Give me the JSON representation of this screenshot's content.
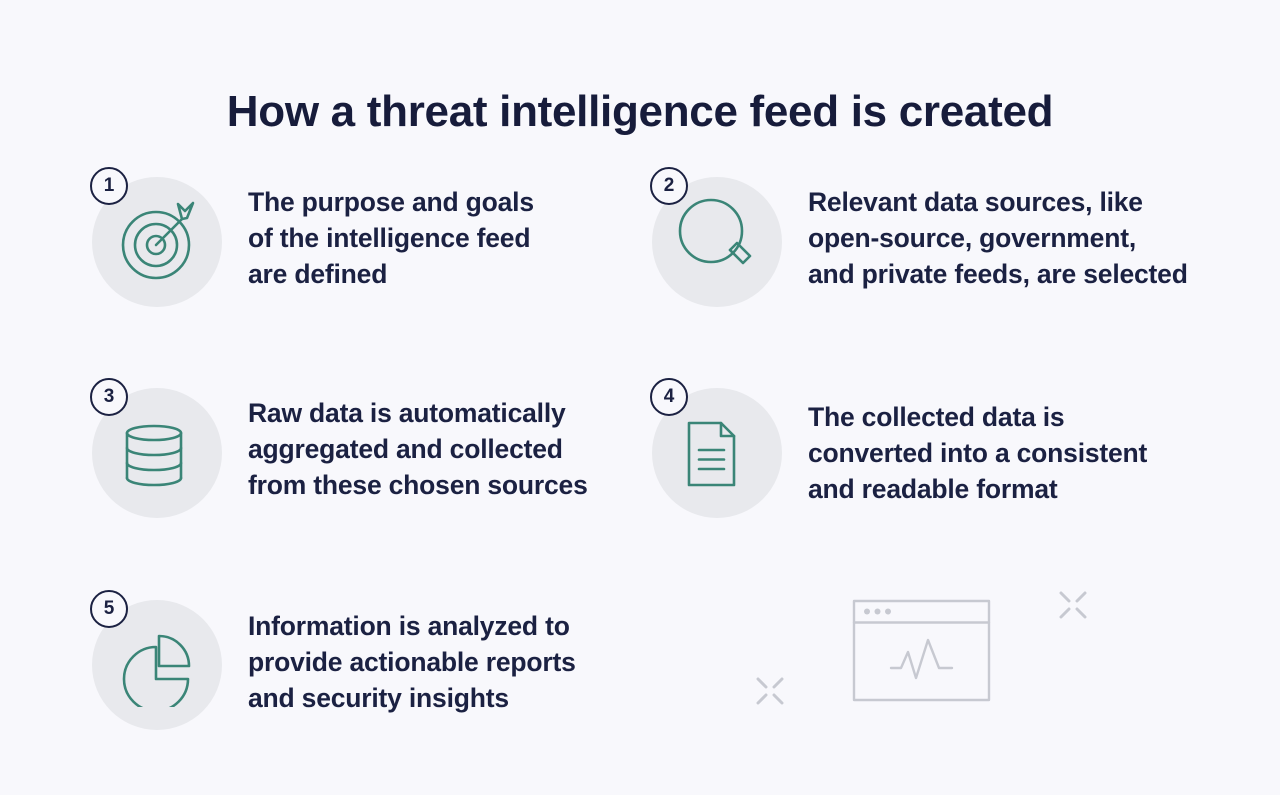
{
  "title": "How a threat intelligence feed is created",
  "steps": [
    {
      "number": "1",
      "icon": "target-icon",
      "text": "The purpose and goals\nof the intelligence feed\nare defined"
    },
    {
      "number": "2",
      "icon": "magnifier-icon",
      "text": "Relevant data sources, like\nopen-source, government,\nand private feeds, are selected"
    },
    {
      "number": "3",
      "icon": "database-icon",
      "text": "Raw data is automatically\naggregated and collected\nfrom these chosen sources"
    },
    {
      "number": "4",
      "icon": "document-icon",
      "text": "The collected data is\nconverted into a consistent\nand readable format"
    },
    {
      "number": "5",
      "icon": "pie-chart-icon",
      "text": "Information is analyzed to\nprovide actionable reports\nand security insights"
    }
  ],
  "decoration": {
    "browser_icon": "browser-window-pulse-icon",
    "sparkle_icon": "sparkle-cross-icon"
  },
  "colors": {
    "background": "#f8f8fc",
    "text_navy": "#1b2142",
    "accent_teal": "#3a8577",
    "icon_circle_gray": "#e8e9ed",
    "decoration_gray": "#c7c9d1"
  }
}
